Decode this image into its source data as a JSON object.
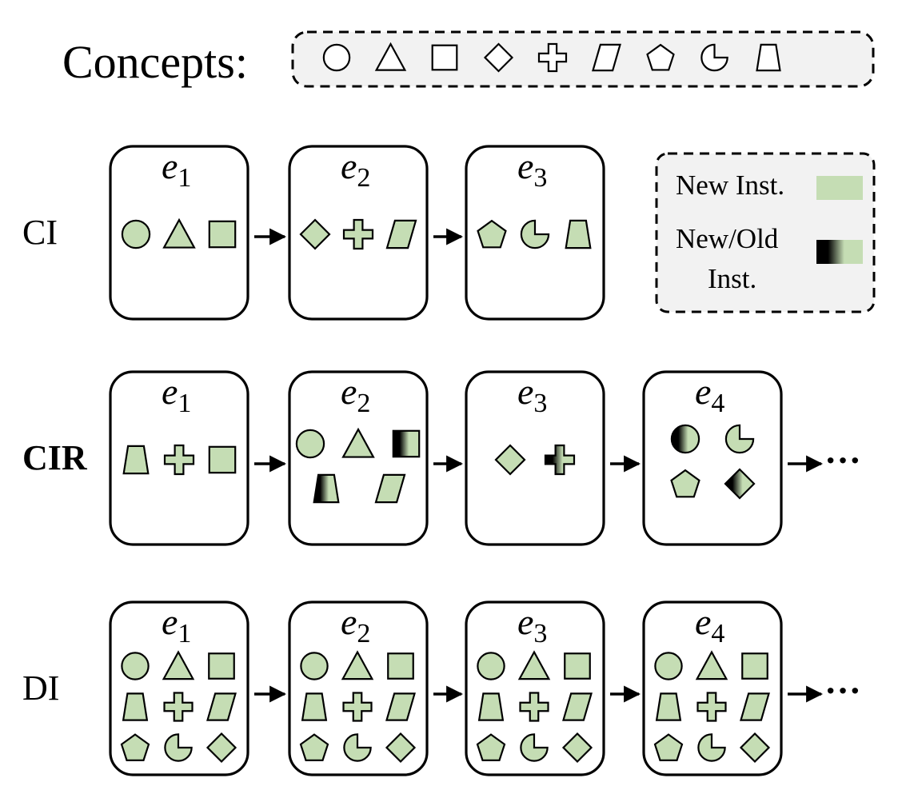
{
  "concepts_label": "Concepts:",
  "concepts": [
    "circle",
    "triangle",
    "square",
    "diamond",
    "cross",
    "parallelogram",
    "pentagon",
    "pacman",
    "trapezoid"
  ],
  "legend": {
    "new_label": "New Inst.",
    "mixed_label_line1": "New/Old",
    "mixed_label_line2": "Inst."
  },
  "colors": {
    "fill": "#c5ddb4",
    "stroke": "#000000",
    "panel_bg": "#f2f2f2",
    "old": "#000000"
  },
  "rows": [
    {
      "label": "CI",
      "bold": false,
      "episodes": [
        {
          "name": "e",
          "sub": "1",
          "items": [
            {
              "shape": "circle"
            },
            {
              "shape": "triangle"
            },
            {
              "shape": "square"
            }
          ]
        },
        {
          "name": "e",
          "sub": "2",
          "items": [
            {
              "shape": "diamond"
            },
            {
              "shape": "cross"
            },
            {
              "shape": "parallelogram"
            }
          ]
        },
        {
          "name": "e",
          "sub": "3",
          "items": [
            {
              "shape": "pentagon"
            },
            {
              "shape": "pacman"
            },
            {
              "shape": "trapezoid"
            }
          ]
        }
      ],
      "ellipsis": ""
    },
    {
      "label": "CIR",
      "bold": true,
      "episodes": [
        {
          "name": "e",
          "sub": "1",
          "items": [
            {
              "shape": "trapezoid"
            },
            {
              "shape": "cross"
            },
            {
              "shape": "square"
            }
          ]
        },
        {
          "name": "e",
          "sub": "2",
          "items": [
            {
              "shape": "circle"
            },
            {
              "shape": "triangle"
            },
            {
              "shape": "square",
              "mixed": true
            },
            {
              "shape": "trapezoid",
              "mixed": true
            },
            {
              "shape": "parallelogram"
            }
          ]
        },
        {
          "name": "e",
          "sub": "3",
          "items": [
            {
              "shape": "diamond"
            },
            {
              "shape": "cross",
              "mixed": true
            }
          ]
        },
        {
          "name": "e",
          "sub": "4",
          "items": [
            {
              "shape": "circle",
              "mixed": true
            },
            {
              "shape": "pacman"
            },
            {
              "shape": "pentagon"
            },
            {
              "shape": "diamond",
              "mixed": true
            }
          ]
        }
      ],
      "ellipsis": "···"
    },
    {
      "label": "DI",
      "bold": false,
      "episodes": [
        {
          "name": "e",
          "sub": "1",
          "items": [
            {
              "shape": "circle"
            },
            {
              "shape": "triangle"
            },
            {
              "shape": "square"
            },
            {
              "shape": "trapezoid"
            },
            {
              "shape": "cross"
            },
            {
              "shape": "parallelogram"
            },
            {
              "shape": "pentagon"
            },
            {
              "shape": "pacman"
            },
            {
              "shape": "diamond"
            }
          ]
        },
        {
          "name": "e",
          "sub": "2",
          "items": [
            {
              "shape": "circle"
            },
            {
              "shape": "triangle"
            },
            {
              "shape": "square"
            },
            {
              "shape": "trapezoid"
            },
            {
              "shape": "cross"
            },
            {
              "shape": "parallelogram"
            },
            {
              "shape": "pentagon"
            },
            {
              "shape": "pacman"
            },
            {
              "shape": "diamond"
            }
          ]
        },
        {
          "name": "e",
          "sub": "3",
          "items": [
            {
              "shape": "circle"
            },
            {
              "shape": "triangle"
            },
            {
              "shape": "square"
            },
            {
              "shape": "trapezoid"
            },
            {
              "shape": "cross"
            },
            {
              "shape": "parallelogram"
            },
            {
              "shape": "pentagon"
            },
            {
              "shape": "pacman"
            },
            {
              "shape": "diamond"
            }
          ]
        },
        {
          "name": "e",
          "sub": "4",
          "items": [
            {
              "shape": "circle"
            },
            {
              "shape": "triangle"
            },
            {
              "shape": "square"
            },
            {
              "shape": "trapezoid"
            },
            {
              "shape": "cross"
            },
            {
              "shape": "parallelogram"
            },
            {
              "shape": "pentagon"
            },
            {
              "shape": "pacman"
            },
            {
              "shape": "diamond"
            }
          ]
        }
      ],
      "ellipsis": "···"
    }
  ]
}
